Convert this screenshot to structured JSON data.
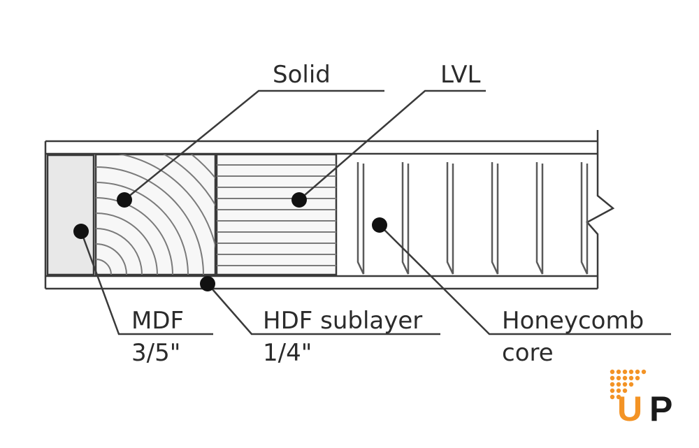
{
  "labels": {
    "solid": "Solid",
    "lvl": "LVL",
    "mdf_line1": "MDF",
    "mdf_line2": "3/5\"",
    "hdf_line1": "HDF sublayer",
    "hdf_line2": "1/4\"",
    "honeycomb_line1": "Honeycomb",
    "honeycomb_line2": "core"
  },
  "logo": {
    "letter_u": "U",
    "letter_p": "P"
  },
  "colors": {
    "line": "#3a3a3a",
    "mdf_fill": "#e8e8e8",
    "logo_orange": "#f39325",
    "logo_black": "#1a1a1a"
  }
}
